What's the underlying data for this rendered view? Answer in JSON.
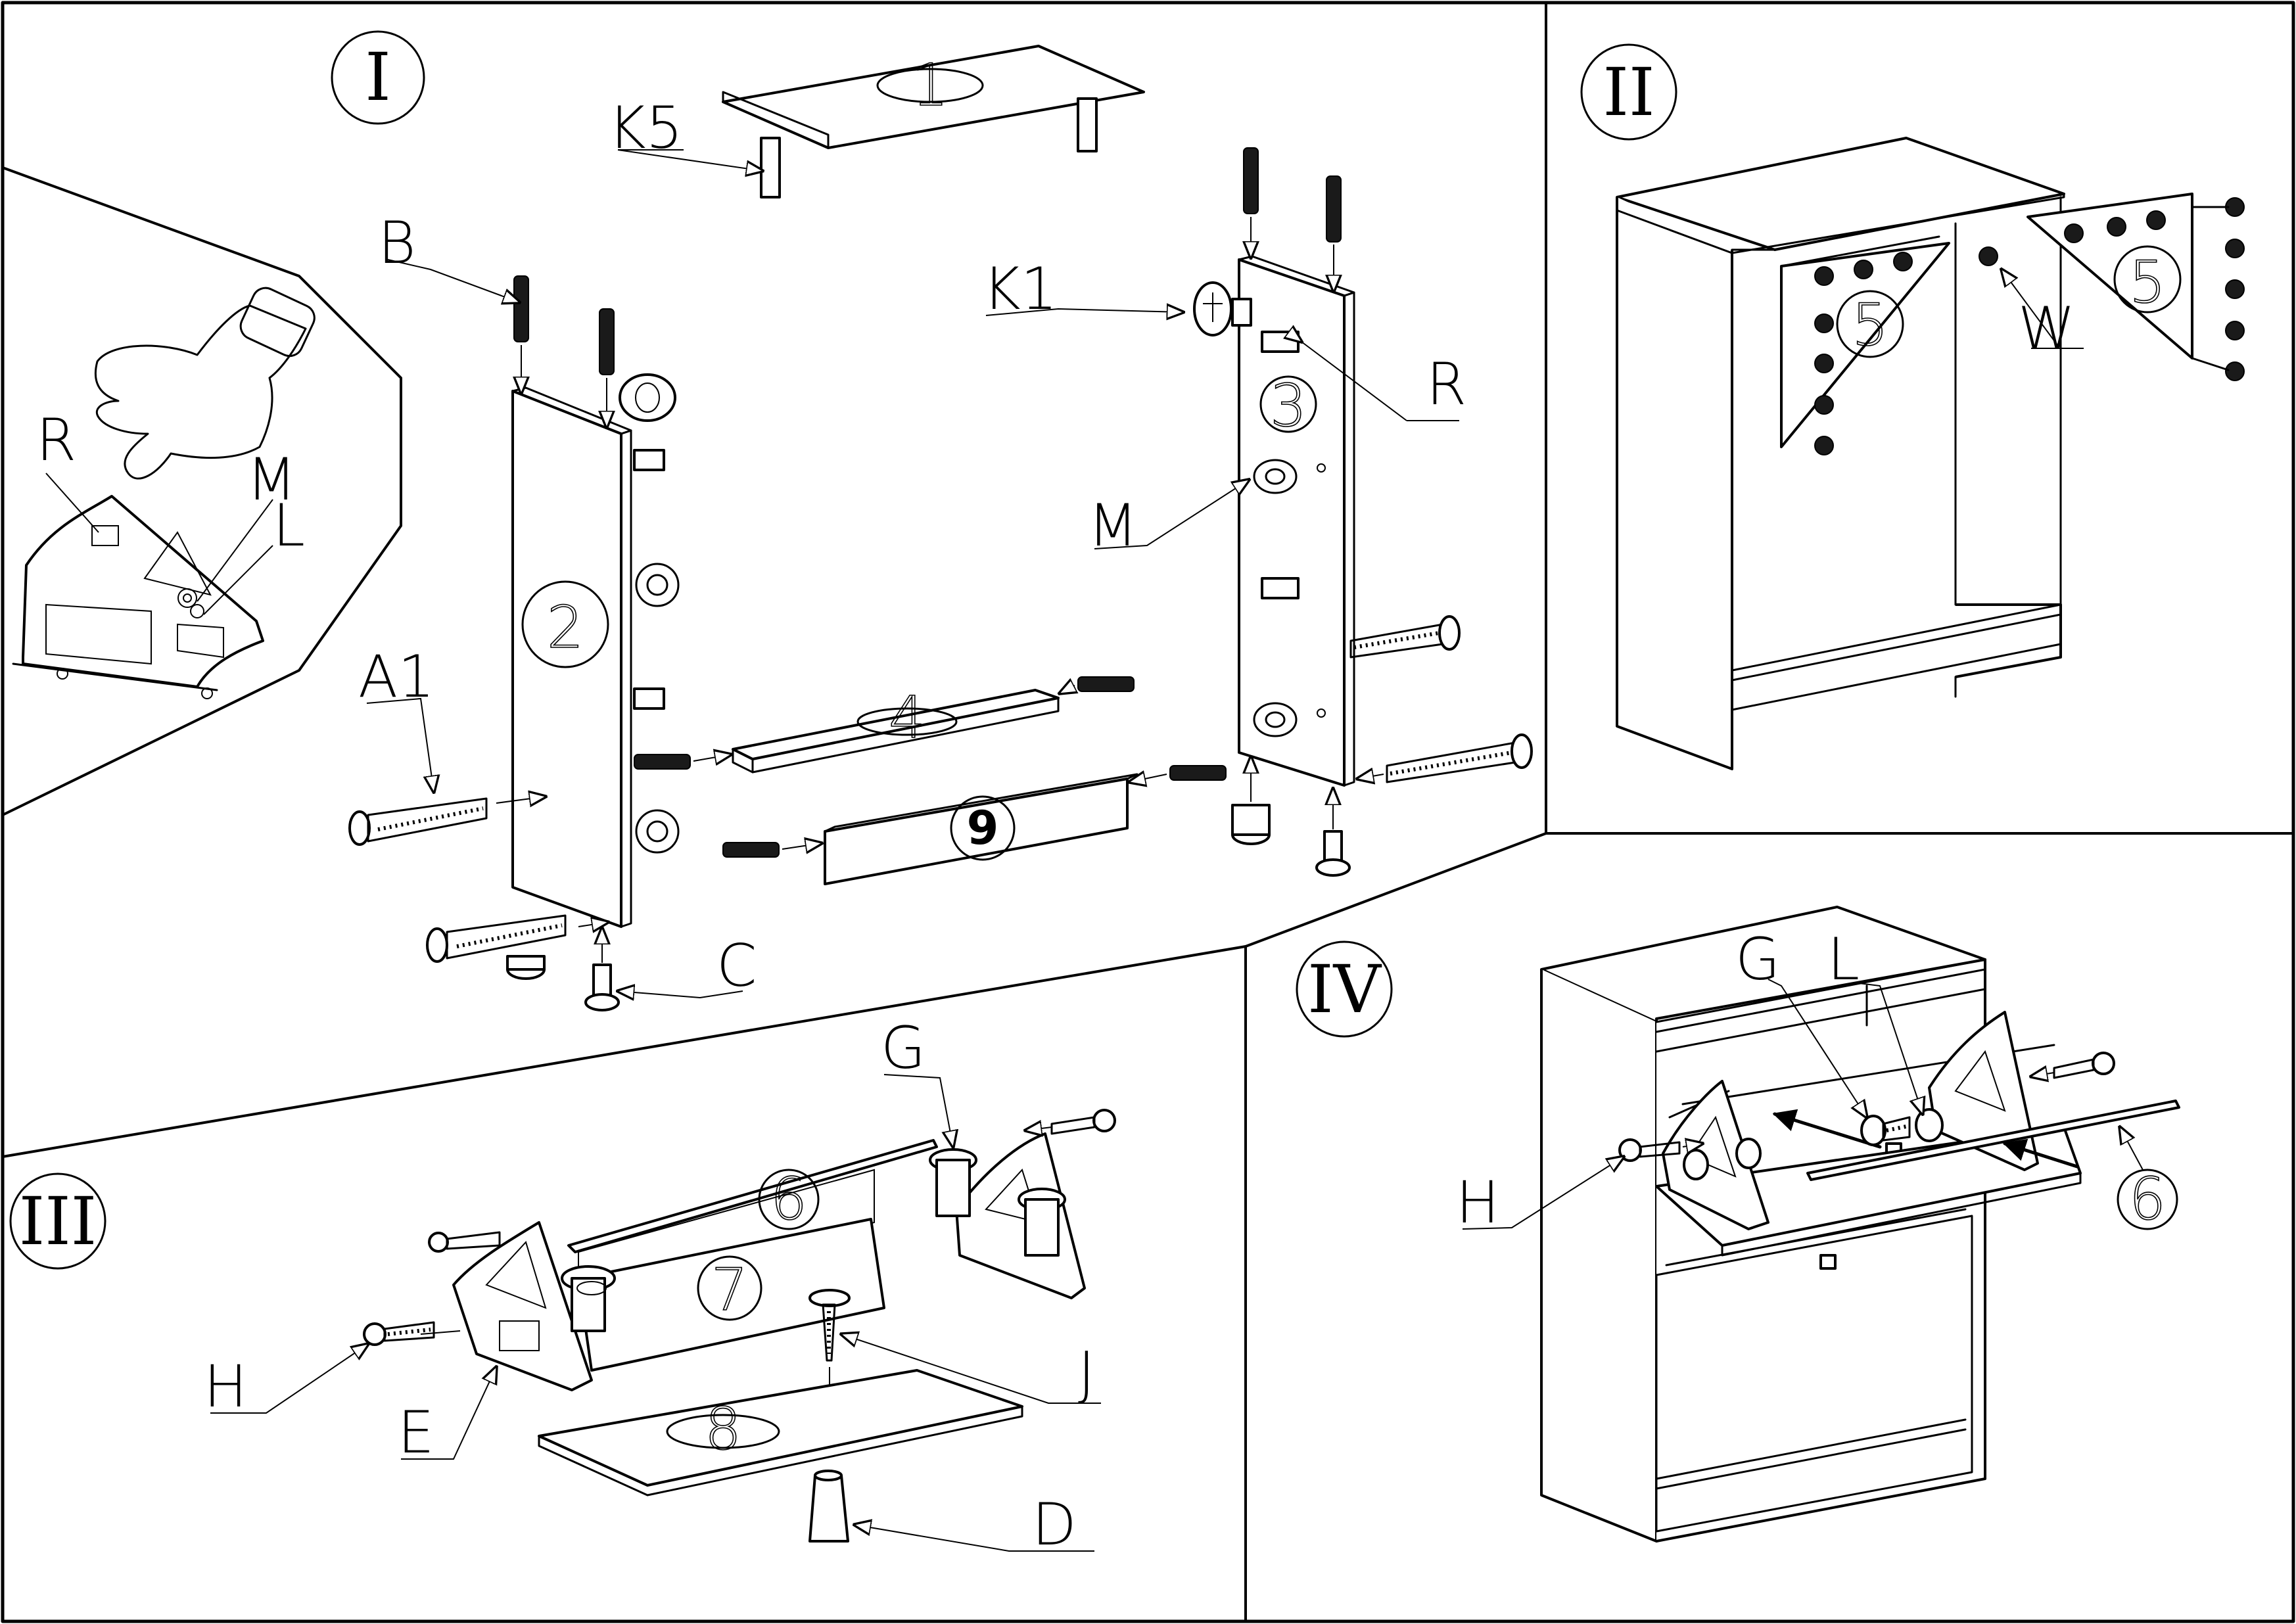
{
  "sections": {
    "s1": "I",
    "s2": "II",
    "s3": "III",
    "s4": "IV"
  },
  "parts": {
    "p1": "1",
    "p2": "2",
    "p3": "3",
    "p4": "4",
    "p5a": "5",
    "p5b": "5",
    "p6a": "6",
    "p6b": "6",
    "p7": "7",
    "p8": "8",
    "p9": "9"
  },
  "labels": {
    "k5": "K5",
    "b": "B",
    "k1": "K1",
    "r_main": "R",
    "m_main": "M",
    "a1": "A1",
    "c": "C",
    "r_detail": "R",
    "m_detail": "M",
    "l_detail": "L",
    "w": "W",
    "g3": "G",
    "h3": "H",
    "e": "E",
    "j": "J",
    "d": "D",
    "g4": "G",
    "l4": "L",
    "h4": "H"
  }
}
